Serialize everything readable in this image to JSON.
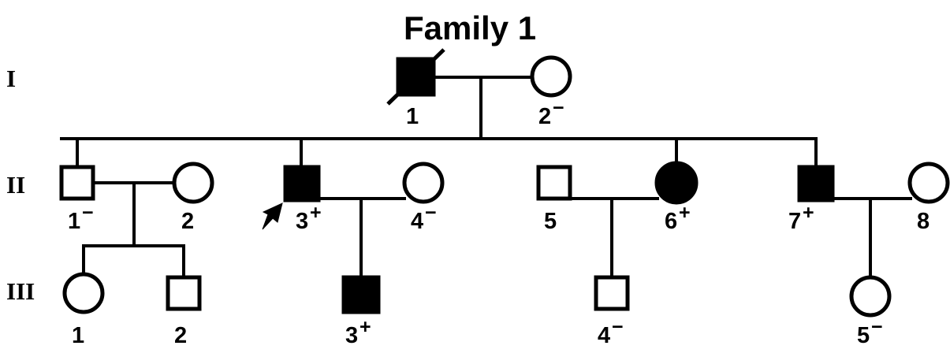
{
  "title": "Family 1",
  "generation_labels": [
    {
      "name": "generation-I",
      "text": "I"
    },
    {
      "name": "generation-II",
      "text": "II"
    },
    {
      "name": "generation-III",
      "text": "III"
    }
  ],
  "legend_symbols": {
    "filled": "affected",
    "open": "unaffected",
    "slash": "deceased",
    "arrow": "proband",
    "plus": "+",
    "minus": "−"
  },
  "individuals": [
    {
      "id": "I-1",
      "label": "1",
      "sup": "",
      "sex": "male",
      "affected": true,
      "deceased": true,
      "proband": false
    },
    {
      "id": "I-2",
      "label": "2",
      "sup": "−",
      "sex": "female",
      "affected": false,
      "deceased": false,
      "proband": false
    },
    {
      "id": "II-1",
      "label": "1",
      "sup": "−",
      "sex": "male",
      "affected": false,
      "deceased": false,
      "proband": false
    },
    {
      "id": "II-2",
      "label": "2",
      "sup": "",
      "sex": "female",
      "affected": false,
      "deceased": false,
      "proband": false
    },
    {
      "id": "II-3",
      "label": "3",
      "sup": "+",
      "sex": "male",
      "affected": true,
      "deceased": false,
      "proband": true
    },
    {
      "id": "II-4",
      "label": "4",
      "sup": "−",
      "sex": "female",
      "affected": false,
      "deceased": false,
      "proband": false
    },
    {
      "id": "II-5",
      "label": "5",
      "sup": "",
      "sex": "male",
      "affected": false,
      "deceased": false,
      "proband": false
    },
    {
      "id": "II-6",
      "label": "6",
      "sup": "+",
      "sex": "female",
      "affected": true,
      "deceased": false,
      "proband": false
    },
    {
      "id": "II-7",
      "label": "7",
      "sup": "+",
      "sex": "male",
      "affected": true,
      "deceased": false,
      "proband": false
    },
    {
      "id": "II-8",
      "label": "8",
      "sup": "",
      "sex": "female",
      "affected": false,
      "deceased": false,
      "proband": false
    },
    {
      "id": "III-1",
      "label": "1",
      "sup": "",
      "sex": "female",
      "affected": false,
      "deceased": false,
      "proband": false
    },
    {
      "id": "III-2",
      "label": "2",
      "sup": "",
      "sex": "male",
      "affected": false,
      "deceased": false,
      "proband": false
    },
    {
      "id": "III-3",
      "label": "3",
      "sup": "+",
      "sex": "male",
      "affected": true,
      "deceased": false,
      "proband": false
    },
    {
      "id": "III-4",
      "label": "4",
      "sup": "−",
      "sex": "male",
      "affected": false,
      "deceased": false,
      "proband": false
    },
    {
      "id": "III-5",
      "label": "5",
      "sup": "−",
      "sex": "female",
      "affected": false,
      "deceased": false,
      "proband": false
    }
  ],
  "labels": {
    "gen1": "I",
    "gen2": "II",
    "gen3": "III",
    "i1": "1",
    "i1_sup": "",
    "i2": "2",
    "i2_sup": "−",
    "ii1": "1",
    "ii1_sup": "−",
    "ii2": "2",
    "ii2_sup": "",
    "ii3": "3",
    "ii3_sup": "+",
    "ii4": "4",
    "ii4_sup": "−",
    "ii5": "5",
    "ii5_sup": "",
    "ii6": "6",
    "ii6_sup": "+",
    "ii7": "7",
    "ii7_sup": "+",
    "ii8": "8",
    "ii8_sup": "",
    "iii1": "1",
    "iii1_sup": "",
    "iii2": "2",
    "iii2_sup": "",
    "iii3": "3",
    "iii3_sup": "+",
    "iii4": "4",
    "iii4_sup": "−",
    "iii5": "5",
    "iii5_sup": "−"
  },
  "colors": {
    "stroke": "#000000",
    "fill_affected": "#000000",
    "fill_unaffected": "#ffffff",
    "background": "#ffffff"
  }
}
